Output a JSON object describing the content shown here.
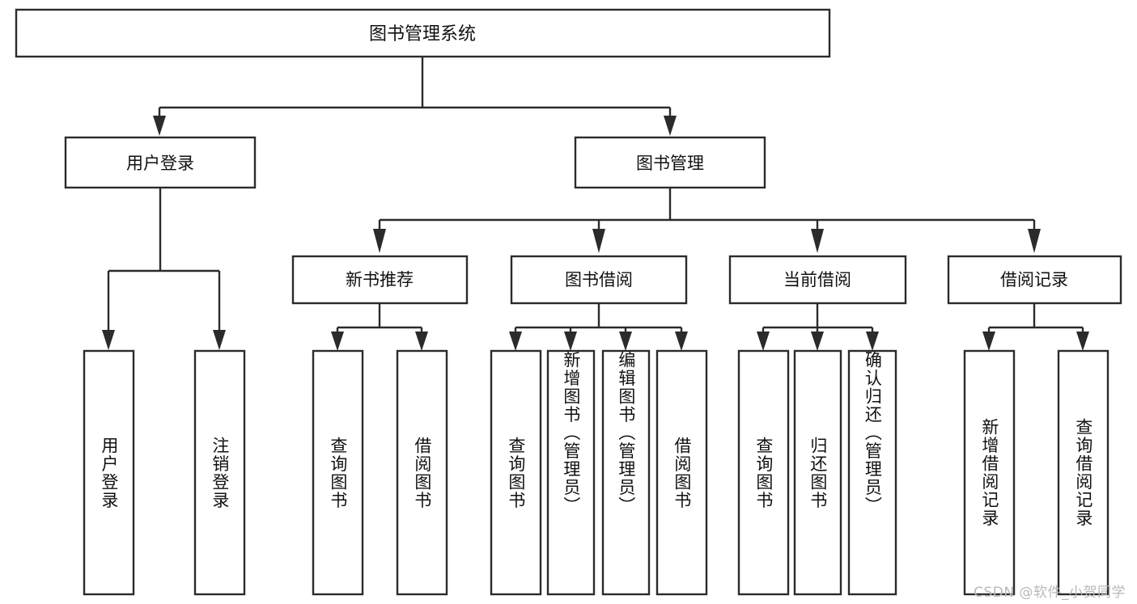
{
  "diagram": {
    "title": "图书管理系统",
    "type": "hierarchy-tree",
    "root": {
      "label": "图书管理系统"
    },
    "level1": [
      {
        "label": "用户登录"
      },
      {
        "label": "图书管理"
      }
    ],
    "level2": [
      {
        "label": "新书推荐"
      },
      {
        "label": "图书借阅"
      },
      {
        "label": "当前借阅"
      },
      {
        "label": "借阅记录"
      }
    ],
    "leaves": {
      "user_login": [
        {
          "label": "用户登录"
        },
        {
          "label": "注销登录"
        }
      ],
      "new_book_recommend": [
        {
          "label": "查询图书"
        },
        {
          "label": "借阅图书"
        }
      ],
      "book_borrow": [
        {
          "label": "查询图书"
        },
        {
          "label": "新增图书（管理员）"
        },
        {
          "label": "编辑图书（管理员）"
        },
        {
          "label": "借阅图书"
        }
      ],
      "current_borrow": [
        {
          "label": "查询图书"
        },
        {
          "label": "归还图书"
        },
        {
          "label": "确认归还（管理员）"
        }
      ],
      "borrow_record": [
        {
          "label": "新增借阅记录"
        },
        {
          "label": "查询借阅记录"
        }
      ]
    }
  },
  "watermark": {
    "text": "CSDN @软件_小贺同学"
  },
  "colors": {
    "stroke": "#2b2b2b",
    "fill": "#ffffff",
    "text": "#111111",
    "watermark": "#b9b9b9"
  }
}
